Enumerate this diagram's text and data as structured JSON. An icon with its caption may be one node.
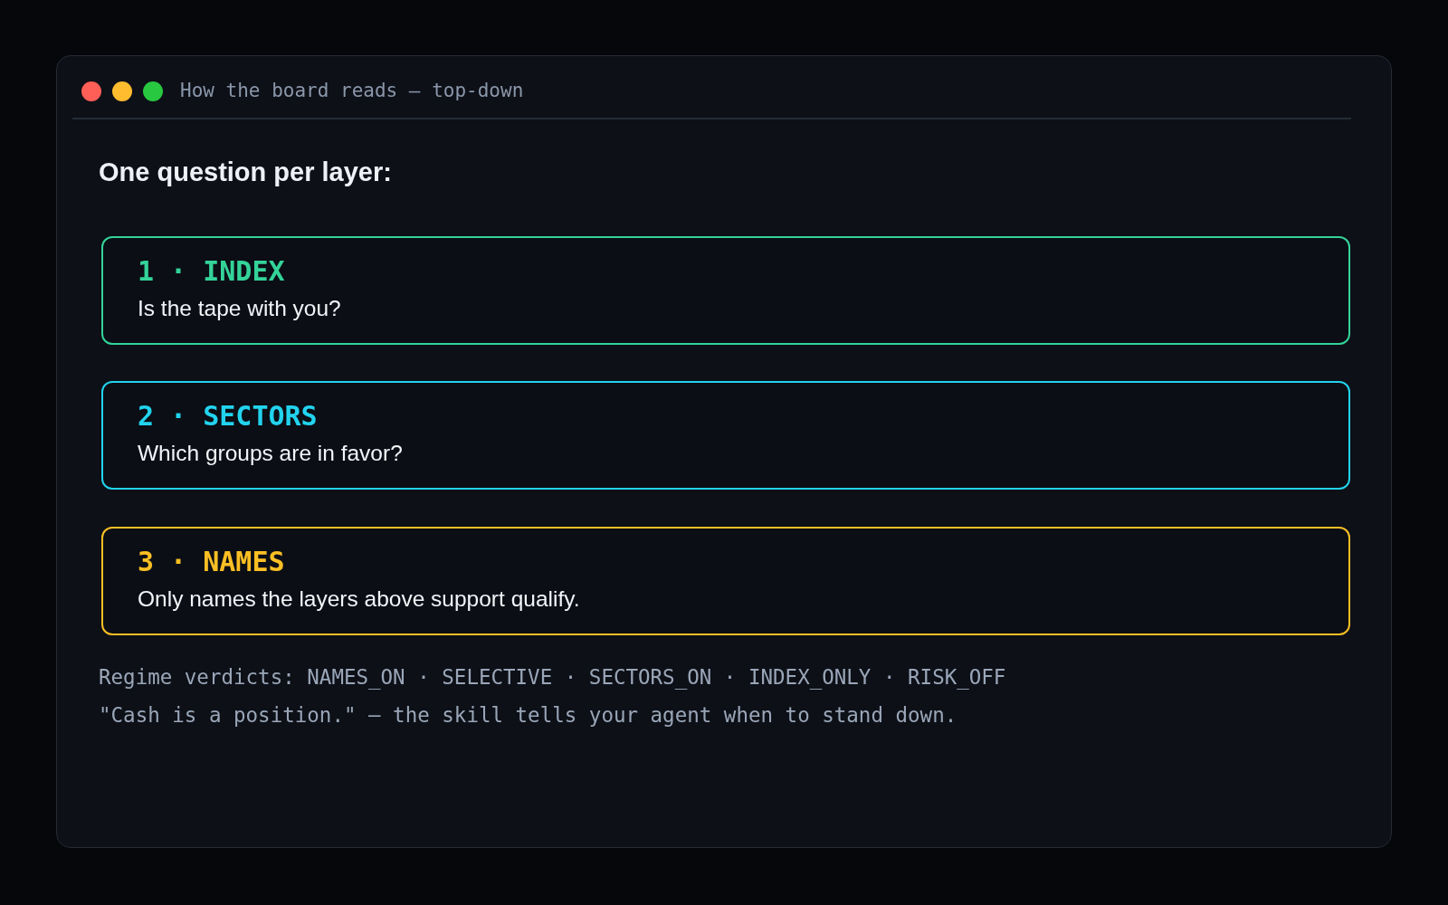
{
  "diagram": {
    "title": "How the board reads — top-down",
    "nodes": [
      {
        "text": [
          "1 · INDEX",
          "Is the tape with you?"
        ]
      },
      {
        "text": [
          "2 · SECTORS",
          "Which groups are in favor?"
        ]
      },
      {
        "text": [
          "3 · NAMES",
          "Only names the layers above support qualify."
        ]
      }
    ],
    "labels": [
      "One question per layer:",
      "Regime verdicts: NAMES_ON · SELECTIVE · SECTORS_ON · INDEX_ONLY · RISK_OFF",
      "\"Cash is a position.\" — the skill tells your agent when to stand down."
    ]
  }
}
